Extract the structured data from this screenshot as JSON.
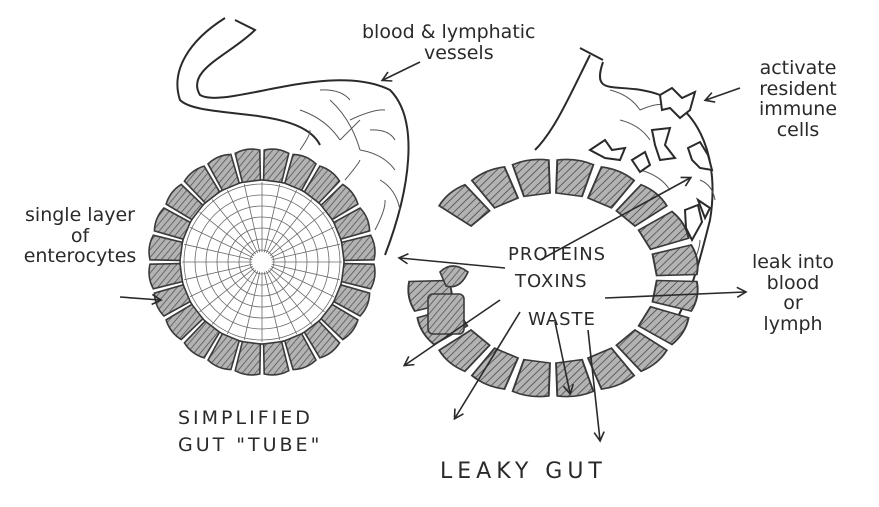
{
  "labels": {
    "vessels_line1": "blood & lymphatic",
    "vessels_line2": "vessels",
    "immune_line1": "activate",
    "immune_line2": "resident",
    "immune_line3": "immune",
    "immune_line4": "cells",
    "single_line1": "single layer",
    "single_line2": "of",
    "single_line3": "enterocytes",
    "proteins": "PROTEINS",
    "toxins": "TOXINS",
    "waste": "WASTE",
    "leak_line1": "leak into",
    "leak_line2": "blood",
    "leak_line3": "or",
    "leak_line4": "lymph",
    "simplified_line1": "SIMPLIFIED",
    "simplified_line2": "GUT \"TUBE\"",
    "leaky_gut": "LEAKY GUT"
  },
  "colors": {
    "ink": "#2a2a2a",
    "cell_fill": "#9a9a9a",
    "cell_stroke": "#3a3a3a",
    "lumen_line": "#6a6a6a"
  }
}
